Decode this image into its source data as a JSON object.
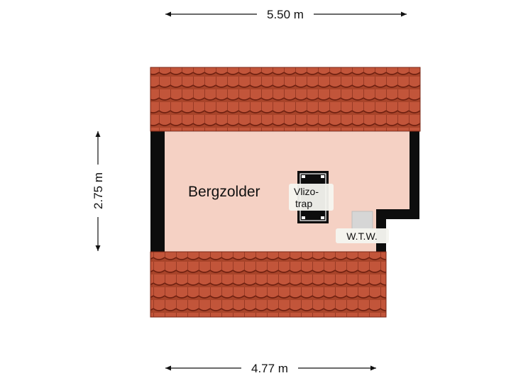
{
  "dimensions": {
    "top": "5.50 m",
    "left": "2.75 m",
    "bottom": "4.77 m"
  },
  "rooms": {
    "main": "Bergzolder"
  },
  "labels": {
    "hatch_line1": "Vlizo-",
    "hatch_line2": "trap",
    "wtw": "W.T.W."
  },
  "colors": {
    "floor": "#f5d1c4",
    "wall": "#0d0d0d",
    "roof_tile": "#b84a2e",
    "roof_shadow": "#7a2514",
    "unit_gray": "#d6d6d6"
  }
}
